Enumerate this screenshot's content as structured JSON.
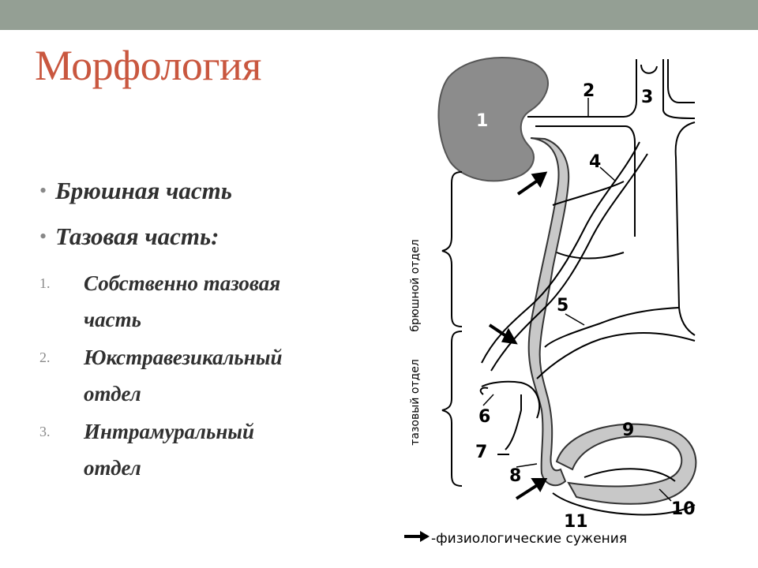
{
  "title": "Морфология",
  "bullets": [
    {
      "label": "Брюшная часть"
    },
    {
      "label": "Тазовая часть:"
    }
  ],
  "numbered": [
    {
      "number": "1.",
      "line1": "Собственно тазовая",
      "line2": "часть"
    },
    {
      "number": "2.",
      "line1": "Юкстравезикальный",
      "line2": "отдел"
    },
    {
      "number": "3.",
      "line1": "Интрамуральный",
      "line2": "отдел"
    }
  ],
  "diagram": {
    "labels": [
      "1",
      "2",
      "3",
      "4",
      "5",
      "6",
      "7",
      "8",
      "9",
      "10",
      "11"
    ],
    "vertical_abdominal": "брюшной отдел",
    "vertical_pelvic": "тазовый отдел",
    "legend": "-физиологические сужения"
  },
  "colors": {
    "title": "#c9573f",
    "topbar": "#949f94",
    "organ_fill": "#8c8c8c",
    "ureter_fill": "#c8c8c8"
  }
}
